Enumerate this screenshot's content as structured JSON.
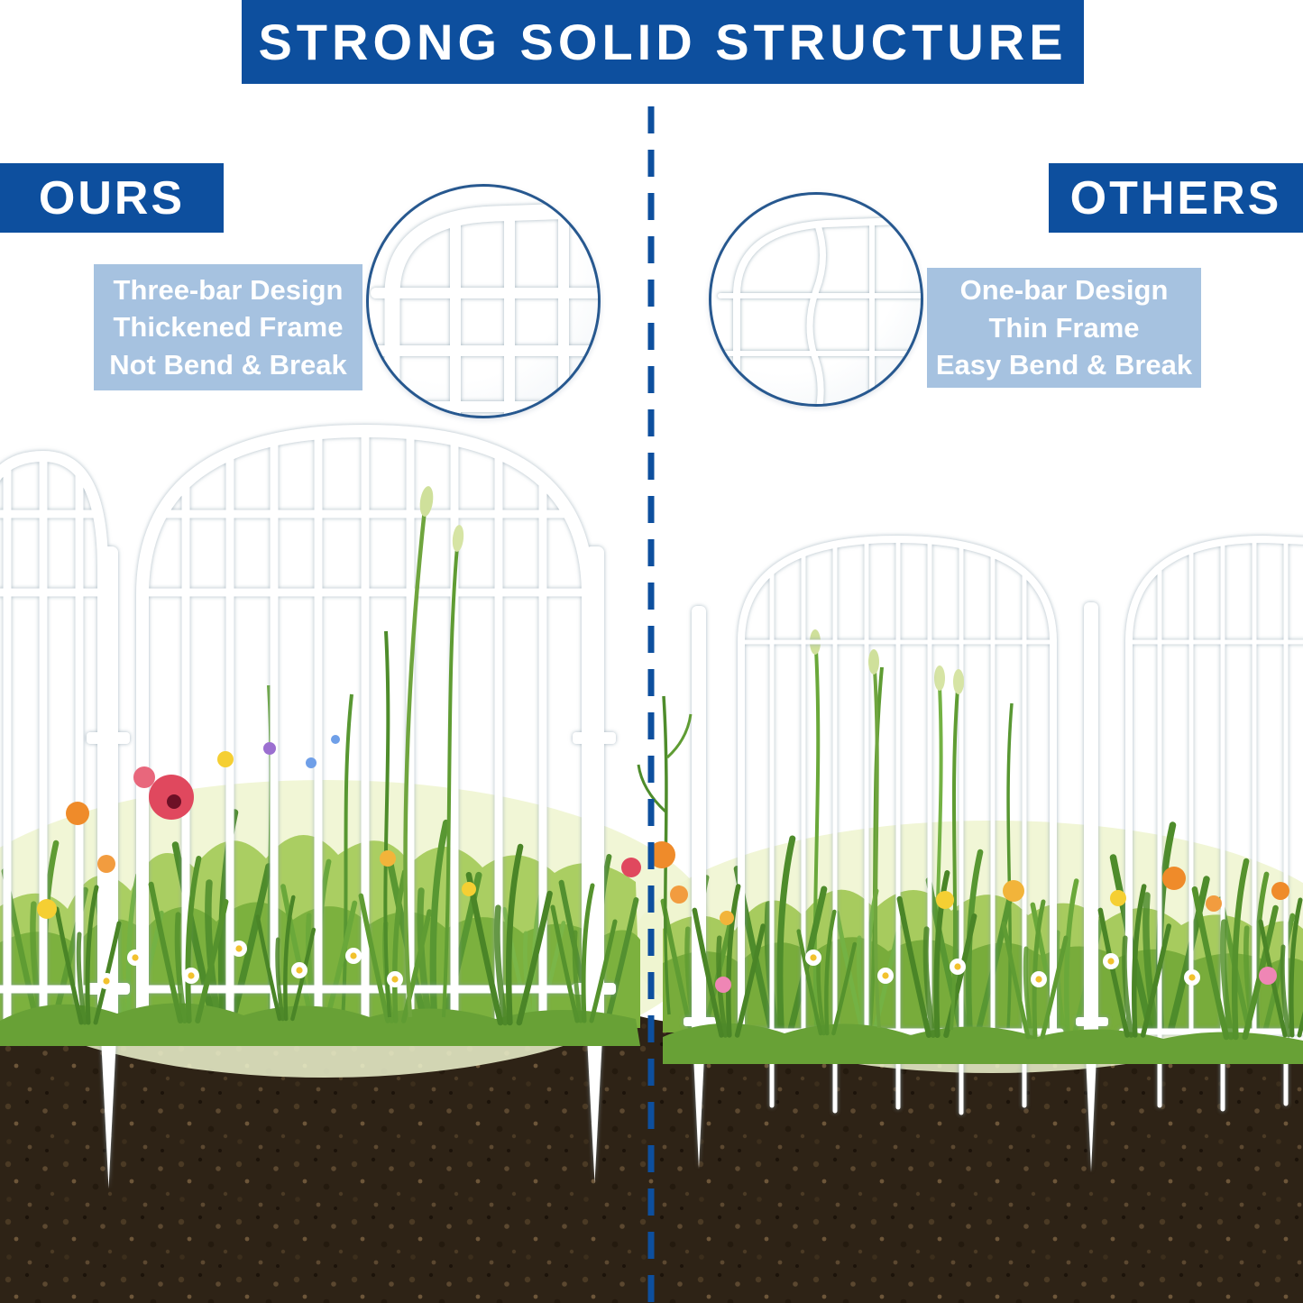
{
  "title": "STRONG SOLID STRUCTURE",
  "comparison": {
    "left": {
      "label": "OURS",
      "features": [
        "Three-bar Design",
        "Thickened Frame",
        "Not Bend & Break"
      ]
    },
    "right": {
      "label": "OTHERS",
      "features": [
        "One-bar Design",
        "Thin Frame",
        "Easy Bend & Break"
      ]
    }
  },
  "icons": {
    "left_zoom": "thick-grid-fence-detail",
    "right_zoom": "thin-bent-wire-fence-detail"
  },
  "colors": {
    "banner_blue": "#0d4f9e",
    "feature_box_blue": "#a6c2e0",
    "divider_blue": "#0d4f9e",
    "fence_white": "#ffffff",
    "grass_green": "#8abd47",
    "soil_brown": "#2e2316"
  }
}
